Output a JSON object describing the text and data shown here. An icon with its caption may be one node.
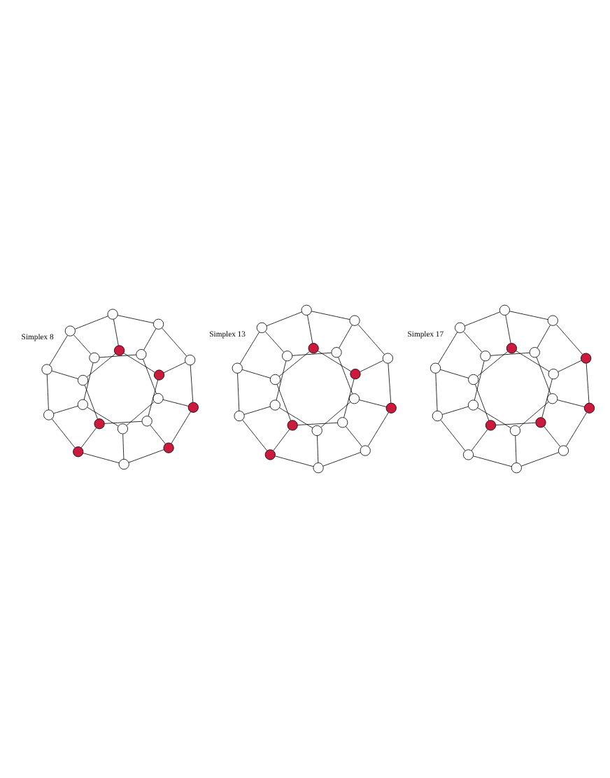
{
  "diagram": {
    "nodes": [
      {
        "text": [],
        "shape": "circle"
      },
      {
        "text": [],
        "shape": "circle"
      },
      {
        "text": [],
        "shape": "circle"
      },
      {
        "text": [],
        "shape": "circle"
      },
      {
        "text": [],
        "shape": "circle"
      },
      {
        "text": [],
        "shape": "circle"
      },
      {
        "text": [],
        "shape": "circle"
      },
      {
        "text": [],
        "shape": "circle"
      },
      {
        "text": [],
        "shape": "circle"
      },
      {
        "text": [],
        "shape": "circle"
      },
      {
        "text": [],
        "shape": "circle"
      },
      {
        "text": [],
        "shape": "circle"
      },
      {
        "text": [],
        "shape": "circle"
      },
      {
        "text": [],
        "shape": "circle"
      },
      {
        "text": [],
        "shape": "circle"
      },
      {
        "text": [],
        "shape": "circle"
      },
      {
        "text": [],
        "shape": "circle"
      },
      {
        "text": [],
        "shape": "circle"
      },
      {
        "text": [],
        "shape": "circle"
      },
      {
        "text": [],
        "shape": "circle"
      },
      {
        "text": [],
        "shape": "circle"
      },
      {
        "text": [],
        "shape": "circle"
      },
      {
        "text": [],
        "shape": "circle"
      },
      {
        "text": [],
        "shape": "circle"
      },
      {
        "text": [],
        "shape": "circle"
      },
      {
        "text": [],
        "shape": "circle"
      },
      {
        "text": [],
        "shape": "circle"
      },
      {
        "text": [],
        "shape": "circle"
      },
      {
        "text": [],
        "shape": "circle"
      },
      {
        "text": [],
        "shape": "circle"
      },
      {
        "text": [],
        "shape": "circle"
      },
      {
        "text": [],
        "shape": "circle"
      },
      {
        "text": [],
        "shape": "circle"
      },
      {
        "text": [],
        "shape": "circle"
      },
      {
        "text": [],
        "shape": "circle"
      },
      {
        "text": [],
        "shape": "circle"
      },
      {
        "text": [],
        "shape": "circle"
      },
      {
        "text": [],
        "shape": "circle"
      },
      {
        "text": [],
        "shape": "circle"
      },
      {
        "text": [],
        "shape": "circle"
      },
      {
        "text": [],
        "shape": "circle"
      },
      {
        "text": [],
        "shape": "circle"
      },
      {
        "text": [],
        "shape": "circle"
      },
      {
        "text": [],
        "shape": "circle"
      },
      {
        "text": [],
        "shape": "circle"
      },
      {
        "text": [],
        "shape": "circle"
      },
      {
        "text": [],
        "shape": "circle"
      },
      {
        "text": [],
        "shape": "circle"
      },
      {
        "text": [],
        "shape": "circle"
      },
      {
        "text": [],
        "shape": "circle"
      },
      {
        "text": [],
        "shape": "circle"
      },
      {
        "text": [],
        "shape": "circle"
      },
      {
        "text": [],
        "shape": "circle"
      },
      {
        "text": [],
        "shape": "circle"
      },
      {
        "text": [],
        "shape": "circle"
      },
      {
        "text": [],
        "shape": "circle"
      },
      {
        "text": [],
        "shape": "circle"
      },
      {
        "text": [],
        "shape": "circle"
      },
      {
        "text": [],
        "shape": "circle"
      },
      {
        "text": [],
        "shape": "circle"
      }
    ],
    "edges": [
      {
        "from": 0,
        "to": 5,
        "arrow": "none"
      },
      {
        "from": 5,
        "to": 19,
        "arrow": "none"
      },
      {
        "from": 19,
        "to": 18,
        "arrow": "none"
      },
      {
        "from": 18,
        "to": 4,
        "arrow": "none"
      },
      {
        "from": 4,
        "to": 0,
        "arrow": "none"
      },
      {
        "from": 0,
        "to": 1,
        "arrow": "none"
      },
      {
        "from": 5,
        "to": 7,
        "arrow": "none"
      },
      {
        "from": 19,
        "to": 17,
        "arrow": "none"
      },
      {
        "from": 18,
        "to": 16,
        "arrow": "none"
      },
      {
        "from": 4,
        "to": 6,
        "arrow": "none"
      },
      {
        "from": 1,
        "to": 3,
        "arrow": "none"
      },
      {
        "from": 3,
        "to": 7,
        "arrow": "none"
      },
      {
        "from": 7,
        "to": 13,
        "arrow": "none"
      },
      {
        "from": 13,
        "to": 17,
        "arrow": "none"
      },
      {
        "from": 17,
        "to": 15,
        "arrow": "none"
      },
      {
        "from": 15,
        "to": 16,
        "arrow": "none"
      },
      {
        "from": 16,
        "to": 12,
        "arrow": "none"
      },
      {
        "from": 12,
        "to": 6,
        "arrow": "none"
      },
      {
        "from": 6,
        "to": 2,
        "arrow": "none"
      },
      {
        "from": 2,
        "to": 1,
        "arrow": "none"
      },
      {
        "from": 2,
        "to": 8,
        "arrow": "none"
      },
      {
        "from": 3,
        "to": 9,
        "arrow": "none"
      },
      {
        "from": 13,
        "to": 11,
        "arrow": "none"
      },
      {
        "from": 15,
        "to": 14,
        "arrow": "none"
      },
      {
        "from": 12,
        "to": 10,
        "arrow": "none"
      },
      {
        "from": 8,
        "to": 9,
        "arrow": "none"
      },
      {
        "from": 9,
        "to": 11,
        "arrow": "none"
      },
      {
        "from": 11,
        "to": 14,
        "arrow": "none"
      },
      {
        "from": 14,
        "to": 10,
        "arrow": "none"
      },
      {
        "from": 10,
        "to": 8,
        "arrow": "none"
      },
      {
        "from": 20,
        "to": 25,
        "arrow": "none"
      },
      {
        "from": 25,
        "to": 39,
        "arrow": "none"
      },
      {
        "from": 39,
        "to": 38,
        "arrow": "none"
      },
      {
        "from": 38,
        "to": 24,
        "arrow": "none"
      },
      {
        "from": 24,
        "to": 20,
        "arrow": "none"
      },
      {
        "from": 20,
        "to": 21,
        "arrow": "none"
      },
      {
        "from": 25,
        "to": 27,
        "arrow": "none"
      },
      {
        "from": 39,
        "to": 37,
        "arrow": "none"
      },
      {
        "from": 38,
        "to": 36,
        "arrow": "none"
      },
      {
        "from": 24,
        "to": 26,
        "arrow": "none"
      },
      {
        "from": 21,
        "to": 23,
        "arrow": "none"
      },
      {
        "from": 23,
        "to": 27,
        "arrow": "none"
      },
      {
        "from": 27,
        "to": 33,
        "arrow": "none"
      },
      {
        "from": 33,
        "to": 37,
        "arrow": "none"
      },
      {
        "from": 37,
        "to": 35,
        "arrow": "none"
      },
      {
        "from": 35,
        "to": 36,
        "arrow": "none"
      },
      {
        "from": 36,
        "to": 32,
        "arrow": "none"
      },
      {
        "from": 32,
        "to": 26,
        "arrow": "none"
      },
      {
        "from": 26,
        "to": 22,
        "arrow": "none"
      },
      {
        "from": 22,
        "to": 21,
        "arrow": "none"
      },
      {
        "from": 22,
        "to": 28,
        "arrow": "none"
      },
      {
        "from": 23,
        "to": 29,
        "arrow": "none"
      },
      {
        "from": 33,
        "to": 31,
        "arrow": "none"
      },
      {
        "from": 35,
        "to": 34,
        "arrow": "none"
      },
      {
        "from": 32,
        "to": 30,
        "arrow": "none"
      },
      {
        "from": 28,
        "to": 29,
        "arrow": "none"
      },
      {
        "from": 29,
        "to": 31,
        "arrow": "none"
      },
      {
        "from": 31,
        "to": 34,
        "arrow": "none"
      },
      {
        "from": 34,
        "to": 30,
        "arrow": "none"
      },
      {
        "from": 30,
        "to": 28,
        "arrow": "none"
      },
      {
        "from": 40,
        "to": 45,
        "arrow": "none"
      },
      {
        "from": 45,
        "to": 59,
        "arrow": "none"
      },
      {
        "from": 59,
        "to": 58,
        "arrow": "none"
      },
      {
        "from": 58,
        "to": 44,
        "arrow": "none"
      },
      {
        "from": 44,
        "to": 40,
        "arrow": "none"
      },
      {
        "from": 40,
        "to": 41,
        "arrow": "none"
      },
      {
        "from": 45,
        "to": 47,
        "arrow": "none"
      },
      {
        "from": 59,
        "to": 57,
        "arrow": "none"
      },
      {
        "from": 58,
        "to": 56,
        "arrow": "none"
      },
      {
        "from": 44,
        "to": 46,
        "arrow": "none"
      },
      {
        "from": 41,
        "to": 43,
        "arrow": "none"
      },
      {
        "from": 43,
        "to": 47,
        "arrow": "none"
      },
      {
        "from": 47,
        "to": 53,
        "arrow": "none"
      },
      {
        "from": 53,
        "to": 57,
        "arrow": "none"
      },
      {
        "from": 57,
        "to": 55,
        "arrow": "none"
      },
      {
        "from": 55,
        "to": 56,
        "arrow": "none"
      },
      {
        "from": 56,
        "to": 52,
        "arrow": "none"
      },
      {
        "from": 52,
        "to": 46,
        "arrow": "none"
      },
      {
        "from": 46,
        "to": 42,
        "arrow": "none"
      },
      {
        "from": 42,
        "to": 41,
        "arrow": "none"
      },
      {
        "from": 42,
        "to": 48,
        "arrow": "none"
      },
      {
        "from": 43,
        "to": 49,
        "arrow": "none"
      },
      {
        "from": 53,
        "to": 51,
        "arrow": "none"
      },
      {
        "from": 55,
        "to": 54,
        "arrow": "none"
      },
      {
        "from": 52,
        "to": 50,
        "arrow": "none"
      },
      {
        "from": 48,
        "to": 49,
        "arrow": "none"
      },
      {
        "from": 49,
        "to": 51,
        "arrow": "none"
      },
      {
        "from": 51,
        "to": 54,
        "arrow": "none"
      },
      {
        "from": 54,
        "to": 50,
        "arrow": "none"
      },
      {
        "from": 50,
        "to": 48,
        "arrow": "none"
      }
    ],
    "labels": [
      "Simplex 8",
      "Simplex 13",
      "Simplex 17"
    ]
  }
}
